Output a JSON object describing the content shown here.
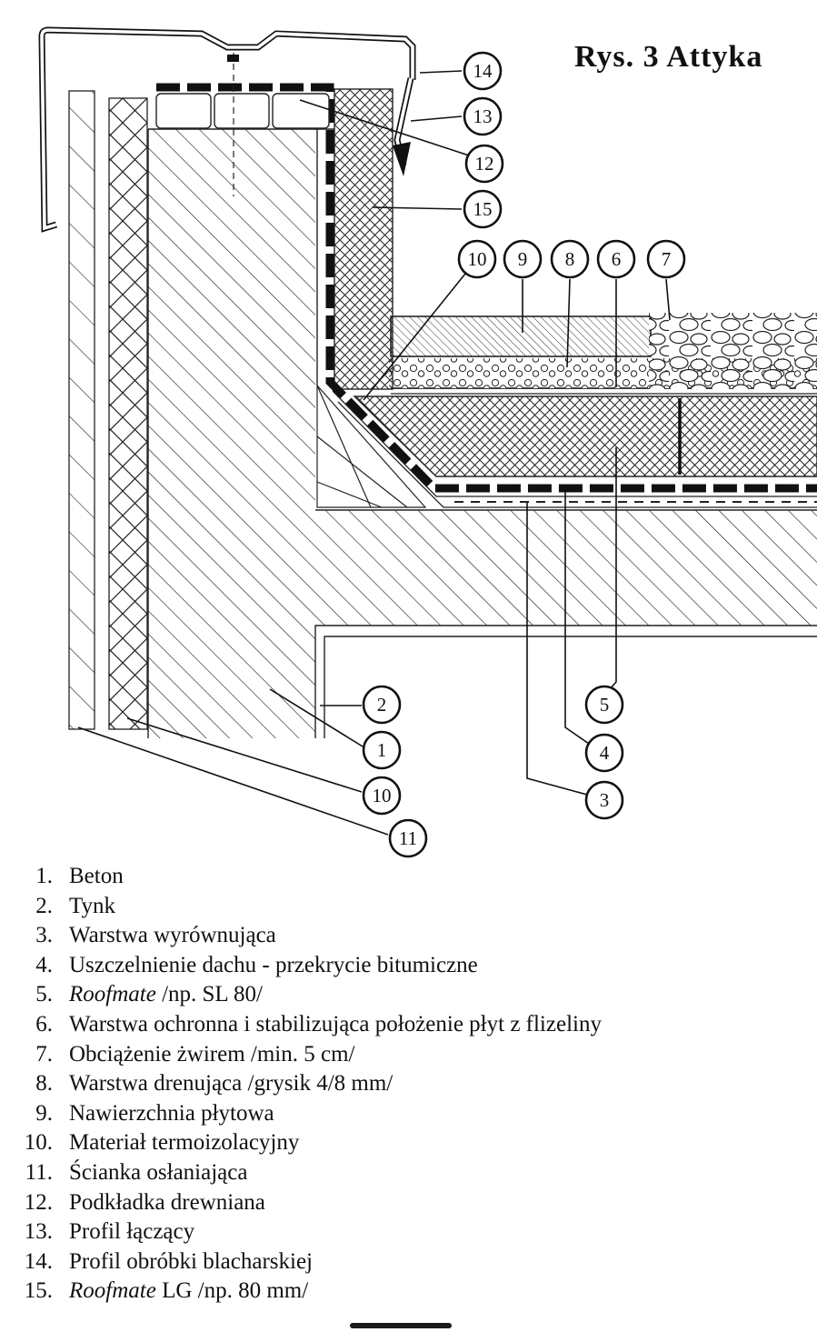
{
  "title": "Rys. 3 Attyka",
  "colors": {
    "ink": "#1a1a1a",
    "paper": "#ffffff"
  },
  "drawing": {
    "callouts": {
      "c1": "1",
      "c2": "2",
      "c3": "3",
      "c4": "4",
      "c5": "5",
      "c6": "6",
      "c7": "7",
      "c8": "8",
      "c9": "9",
      "c10a": "10",
      "c10b": "10",
      "c11": "11",
      "c12": "12",
      "c13": "13",
      "c14": "14",
      "c15": "15"
    }
  },
  "legend": {
    "items": [
      {
        "num": "1.",
        "italic": "",
        "text": "Beton"
      },
      {
        "num": "2.",
        "italic": "",
        "text": "Tynk"
      },
      {
        "num": "3.",
        "italic": "",
        "text": "Warstwa wyrównująca"
      },
      {
        "num": "4.",
        "italic": "",
        "text": "Uszczelnienie dachu - przekrycie bitumiczne"
      },
      {
        "num": "5.",
        "italic": "Roofmate",
        "text": " /np. SL 80/"
      },
      {
        "num": "6.",
        "italic": "",
        "text": "Warstwa ochronna i stabilizująca położenie płyt z flizeliny"
      },
      {
        "num": "7.",
        "italic": "",
        "text": "Obciążenie żwirem /min. 5 cm/"
      },
      {
        "num": "8.",
        "italic": "",
        "text": "Warstwa drenująca /grysik 4/8 mm/"
      },
      {
        "num": "9.",
        "italic": "",
        "text": "Nawierzchnia płytowa"
      },
      {
        "num": "10.",
        "italic": "",
        "text": "Materiał termoizolacyjny"
      },
      {
        "num": "11.",
        "italic": "",
        "text": "Ścianka osłaniająca"
      },
      {
        "num": "12.",
        "italic": "",
        "text": "Podkładka drewniana"
      },
      {
        "num": "13.",
        "italic": "",
        "text": "Profil łączący"
      },
      {
        "num": "14.",
        "italic": "",
        "text": "Profil obróbki blacharskiej"
      },
      {
        "num": "15.",
        "italic": "Roofmate",
        "text": " LG /np. 80 mm/"
      }
    ]
  }
}
